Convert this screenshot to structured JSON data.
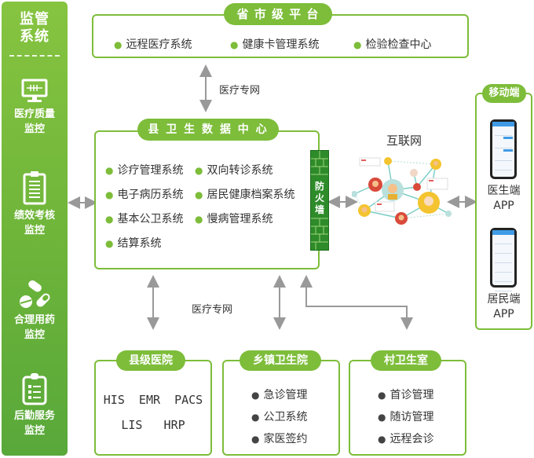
{
  "sidebar": {
    "title_line1": "监管",
    "title_line2": "系统",
    "items": [
      {
        "icon": "monitor-icon",
        "line1": "医疗质量",
        "line2": "监控"
      },
      {
        "icon": "clipboard-list-icon",
        "line1": "绩效考核",
        "line2": "监控"
      },
      {
        "icon": "pills-icon",
        "line1": "合理用药",
        "line2": "监控"
      },
      {
        "icon": "checklist-clipboard-icon",
        "line1": "后勤服务",
        "line2": "监控"
      }
    ]
  },
  "provincial": {
    "title": "省 市 级 平 台",
    "items": [
      "远程医疗系统",
      "健康卡管理系统",
      "检验检查中心"
    ]
  },
  "county_center": {
    "title": "县 卫 生 数 据 中 心",
    "items_left": [
      "诊疗管理系统",
      "电子病历系统",
      "基本公卫系统",
      "结算系统"
    ],
    "items_right": [
      "双向转诊系统",
      "居民健康档案系统",
      "慢病管理系统"
    ],
    "firewall": [
      "防",
      "火",
      "墙"
    ]
  },
  "network_labels": {
    "top": "医疗专网",
    "bottom": "医疗专网",
    "internet": "互联网"
  },
  "mobile": {
    "title": "移动端",
    "apps": [
      {
        "line1": "医生端",
        "line2": "APP"
      },
      {
        "line1": "居民端",
        "line2": "APP"
      }
    ]
  },
  "county_hospital": {
    "title": "县级医院",
    "line1": "HIS  EMR  PACS",
    "line2": "LIS   HRP"
  },
  "township": {
    "title": "乡镇卫生院",
    "items": [
      "急诊管理",
      "公卫系统",
      "家医签约"
    ]
  },
  "village": {
    "title": "村卫生室",
    "items": [
      "首诊管理",
      "随访管理",
      "远程会诊"
    ]
  },
  "colors": {
    "brand_green": "#7dbd3a",
    "firewall_green": "#2e8b2a",
    "arrow_gray": "#999999"
  }
}
